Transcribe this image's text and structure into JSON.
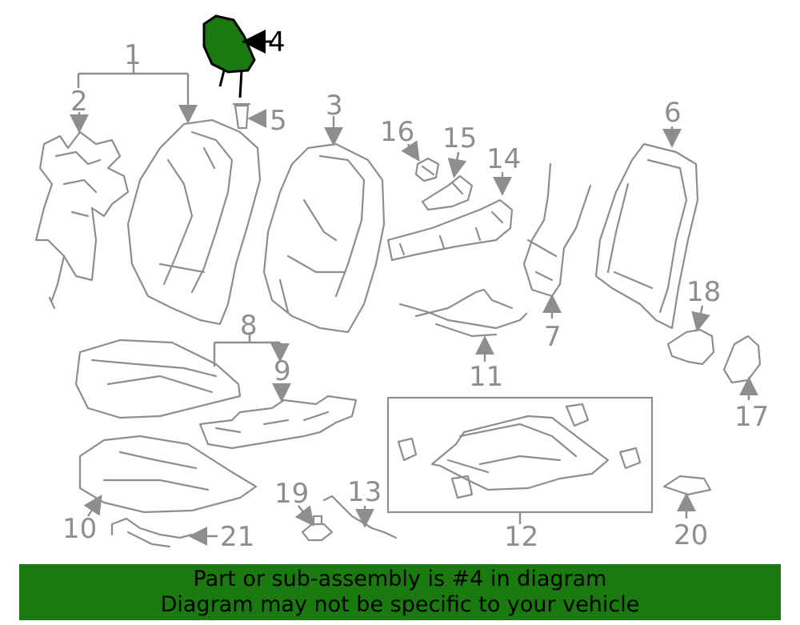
{
  "callouts": {
    "c1": "1",
    "c2": "2",
    "c3": "3",
    "c4": "4",
    "c5": "5",
    "c6": "6",
    "c7": "7",
    "c8": "8",
    "c9": "9",
    "c10": "10",
    "c11": "11",
    "c12": "12",
    "c13": "13",
    "c14": "14",
    "c15": "15",
    "c16": "16",
    "c17": "17",
    "c18": "18",
    "c19": "19",
    "c20": "20",
    "c21": "21"
  },
  "highlight": {
    "part": "4",
    "color": "#1a7a10"
  },
  "banner": {
    "line1": "Part or sub-assembly is #4 in diagram",
    "line2": "Diagram may not be specific to your vehicle",
    "background": "#1a7a10"
  }
}
